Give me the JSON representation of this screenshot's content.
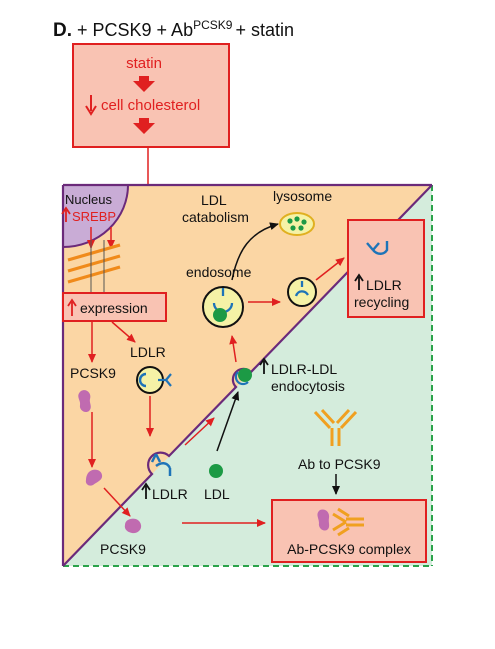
{
  "panel": {
    "letter": "D.",
    "title_pre": "+ PCSK9 + Ab",
    "title_sup": "PCSK9",
    "title_post": "+ statin"
  },
  "statin_box": {
    "line1": "statin",
    "line2": "cell cholesterol"
  },
  "labels": {
    "nucleus": "Nucleus",
    "srebp": "SREBP",
    "ldl_catabolism_1": "LDL",
    "ldl_catabolism_2": "catabolism",
    "lysosome": "lysosome",
    "endosome": "endosome",
    "ldlr_recycling_1": "LDLR",
    "ldlr_recycling_2": "recycling",
    "expression": "expression",
    "ldlr": "LDLR",
    "pcsk9_top": "PCSK9",
    "endocytosis_1": "LDLR-LDL",
    "endocytosis_2": "endocytosis",
    "ab_to_pcsk9": "Ab to PCSK9",
    "ldlr_surface": "LDLR",
    "ldl": "LDL",
    "pcsk9_bottom": "PCSK9",
    "ab_complex": "Ab-PCSK9 complex"
  },
  "colors": {
    "cell_fill": "#fbd6a4",
    "extracellular_fill": "#d4ecdc",
    "nucleus_fill": "#c9acd6",
    "box_fill": "#f9c3b3",
    "box_border": "#e02020",
    "arrow_red": "#e02020",
    "arrow_black": "#111111",
    "membrane": "#6b2a7a",
    "receptor_blue": "#1e74b8",
    "ldl_green": "#1c9a45",
    "pcsk9_purple": "#c06bb0",
    "antibody_orange": "#f0a020",
    "dashed_green": "#2aa34a"
  }
}
